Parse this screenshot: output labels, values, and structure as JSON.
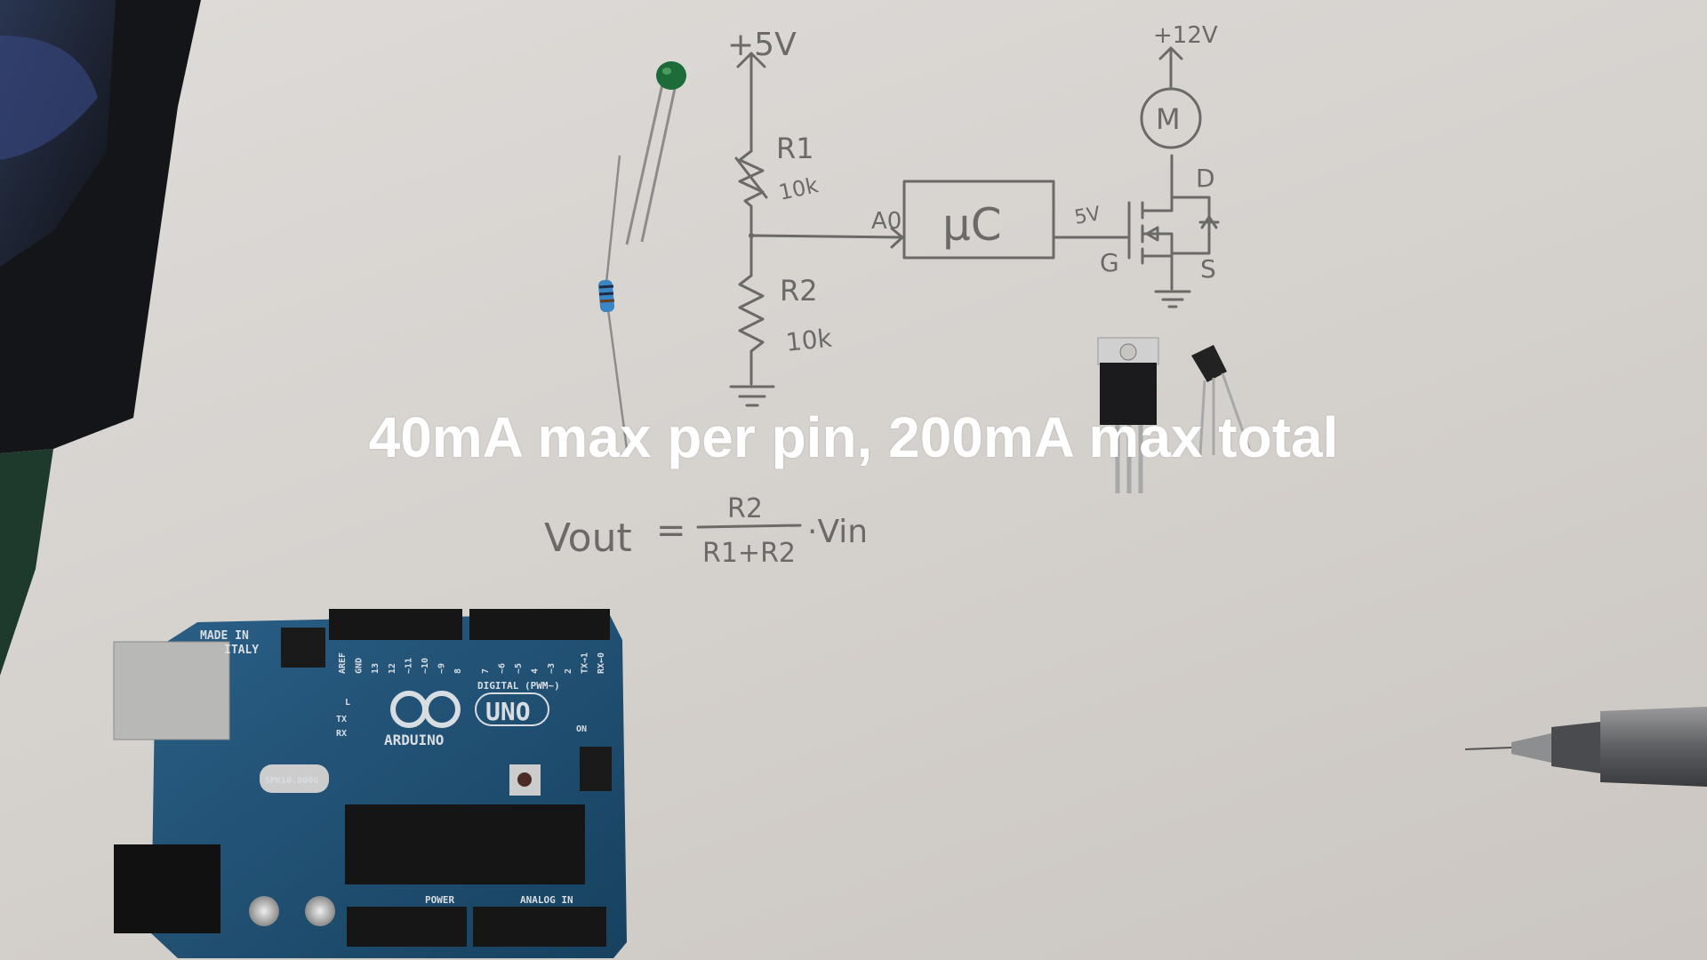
{
  "caption": "40mA max per pin, 200mA max total",
  "schematic": {
    "supply_5v": "+5V",
    "supply_12v": "+12V",
    "r1_label": "R1",
    "r1_value": "10k",
    "r2_label": "R2",
    "r2_value": "10k",
    "adc_pin": "A0",
    "mcu_label": "μC",
    "gate_voltage": "5V",
    "motor_label": "M",
    "drain_label": "D",
    "gate_label": "G",
    "source_label": "S"
  },
  "formula": {
    "lhs": "Vout",
    "equals": "=",
    "numerator": "R2",
    "denominator": "R1+R2",
    "factor": "·Vin"
  },
  "arduino": {
    "made_in": "MADE IN",
    "italy": "ITALY",
    "brand": "ARDUINO",
    "model": "UNO",
    "digital_header": "DIGITAL (PWM~)",
    "power_header": "POWER",
    "analog_header": "ANALOG IN",
    "on_led": "ON",
    "tx_led": "TX",
    "rx_led": "RX",
    "l_led": "L",
    "pins": [
      "AREF",
      "GND",
      "13",
      "12",
      "~11",
      "~10",
      "~9",
      "8",
      "7",
      "~6",
      "~5",
      "4",
      "~3",
      "2",
      "TX→1",
      "RX←0"
    ],
    "crystal": "SPK16.000G"
  },
  "colors": {
    "paper": "#d6d2ce",
    "ink": "#6c6a67",
    "pcb": "#1f4f73",
    "caption": "#ffffff"
  }
}
